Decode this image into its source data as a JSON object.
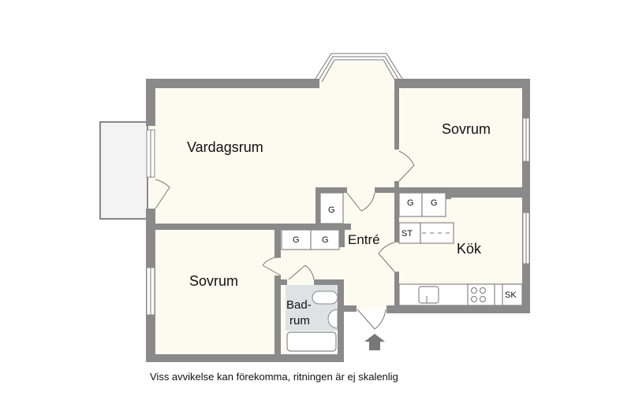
{
  "rooms": {
    "living_room": "Vardagsrum",
    "bedroom_top": "Sovrum",
    "bedroom_bottom": "Sovrum",
    "hall": "Entré",
    "kitchen": "Kök",
    "bathroom_line1": "Bad-",
    "bathroom_line2": "rum"
  },
  "fixtures": {
    "wardrobe": "G",
    "stove_area": "ST",
    "fridge": "SK"
  },
  "disclaimer": "Viss avvikelse kan förekomma, ritningen är ej skalenlig",
  "colors": {
    "wall": "#8a8a8a",
    "floor": "#fcfbf0",
    "bathroom": "#dfe2e2"
  }
}
